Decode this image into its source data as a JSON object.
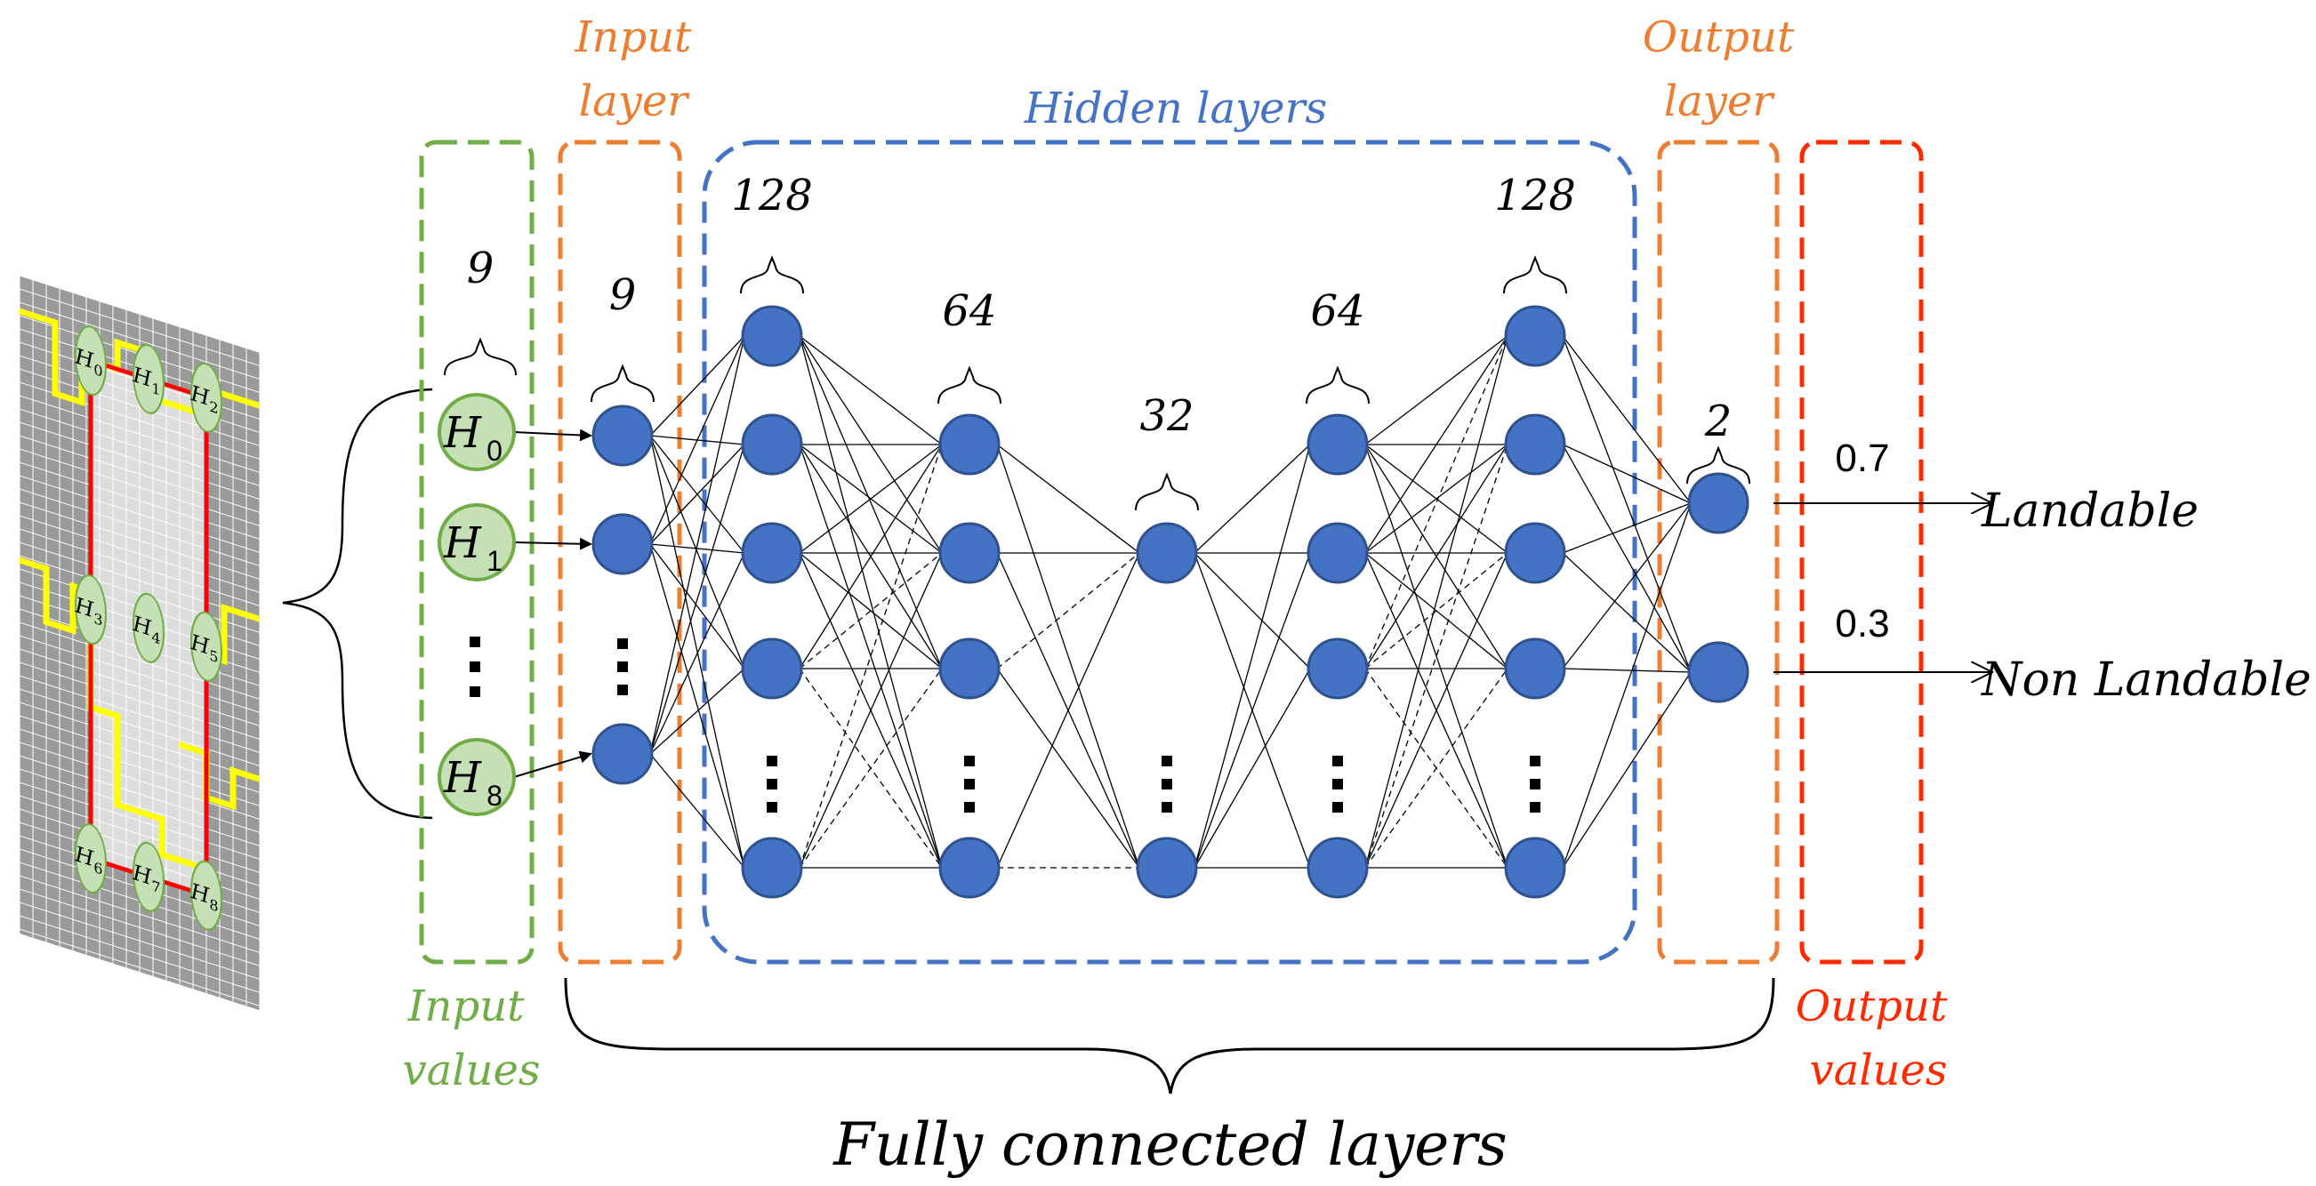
{
  "labels": {
    "input_values": [
      "Input",
      "values"
    ],
    "input_layer": [
      "Input",
      "layer"
    ],
    "hidden_layers": "Hidden layers",
    "output_layer": [
      "Output",
      "layer"
    ],
    "output_values": [
      "Output",
      "values"
    ],
    "fully_connected": "Fully connected layers"
  },
  "layer_sizes": {
    "input_values": "9",
    "input_layer": "9",
    "hidden": [
      "128",
      "64",
      "32",
      "64",
      "128"
    ],
    "output": "2"
  },
  "input_nodes": [
    "0",
    "1",
    "8"
  ],
  "grid_nodes": [
    "0",
    "1",
    "2",
    "3",
    "4",
    "5",
    "6",
    "7",
    "8"
  ],
  "outputs": [
    {
      "value": "0.7",
      "label": "Landable"
    },
    {
      "value": "0.3",
      "label": "Non Landable"
    }
  ],
  "colors": {
    "green": "#70ad47",
    "orange": "#ed7d31",
    "blue": "#4472c4",
    "red": "#ff2a00",
    "node_fill": "#4472c4",
    "node_stroke": "#2f528f",
    "input_node_fill": "#c5e0b4"
  }
}
